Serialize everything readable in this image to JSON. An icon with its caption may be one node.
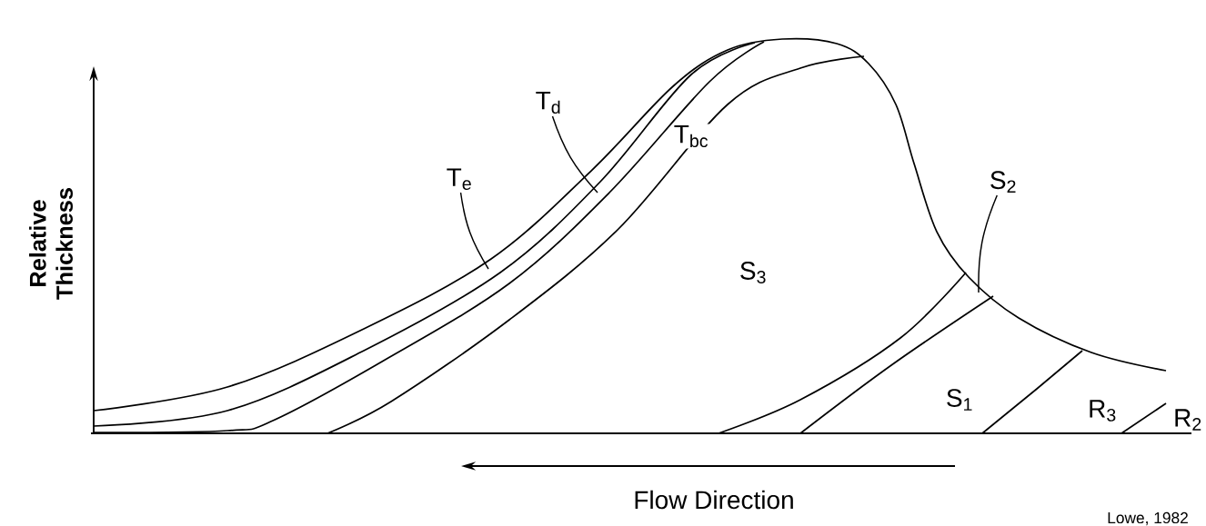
{
  "diagram": {
    "nodes": [
      {
        "text": [
          "T$_{e}$"
        ]
      },
      {
        "text": [
          "T$_{d}$"
        ]
      },
      {
        "text": [
          "S$_{2}$"
        ]
      }
    ],
    "edges": [
      {
        "from": 0,
        "to": null,
        "arrow": "none"
      },
      {
        "from": 1,
        "to": null,
        "arrow": "none"
      },
      {
        "from": 2,
        "to": null,
        "arrow": "none"
      }
    ],
    "labels": [
      "Relative Thickness",
      "T$_{bc}$",
      "S$_{3}$",
      "S$_{1}$",
      "R$_{3}$",
      "R$_{2}$",
      "Flow Direction",
      "Lowe, 1982"
    ]
  }
}
